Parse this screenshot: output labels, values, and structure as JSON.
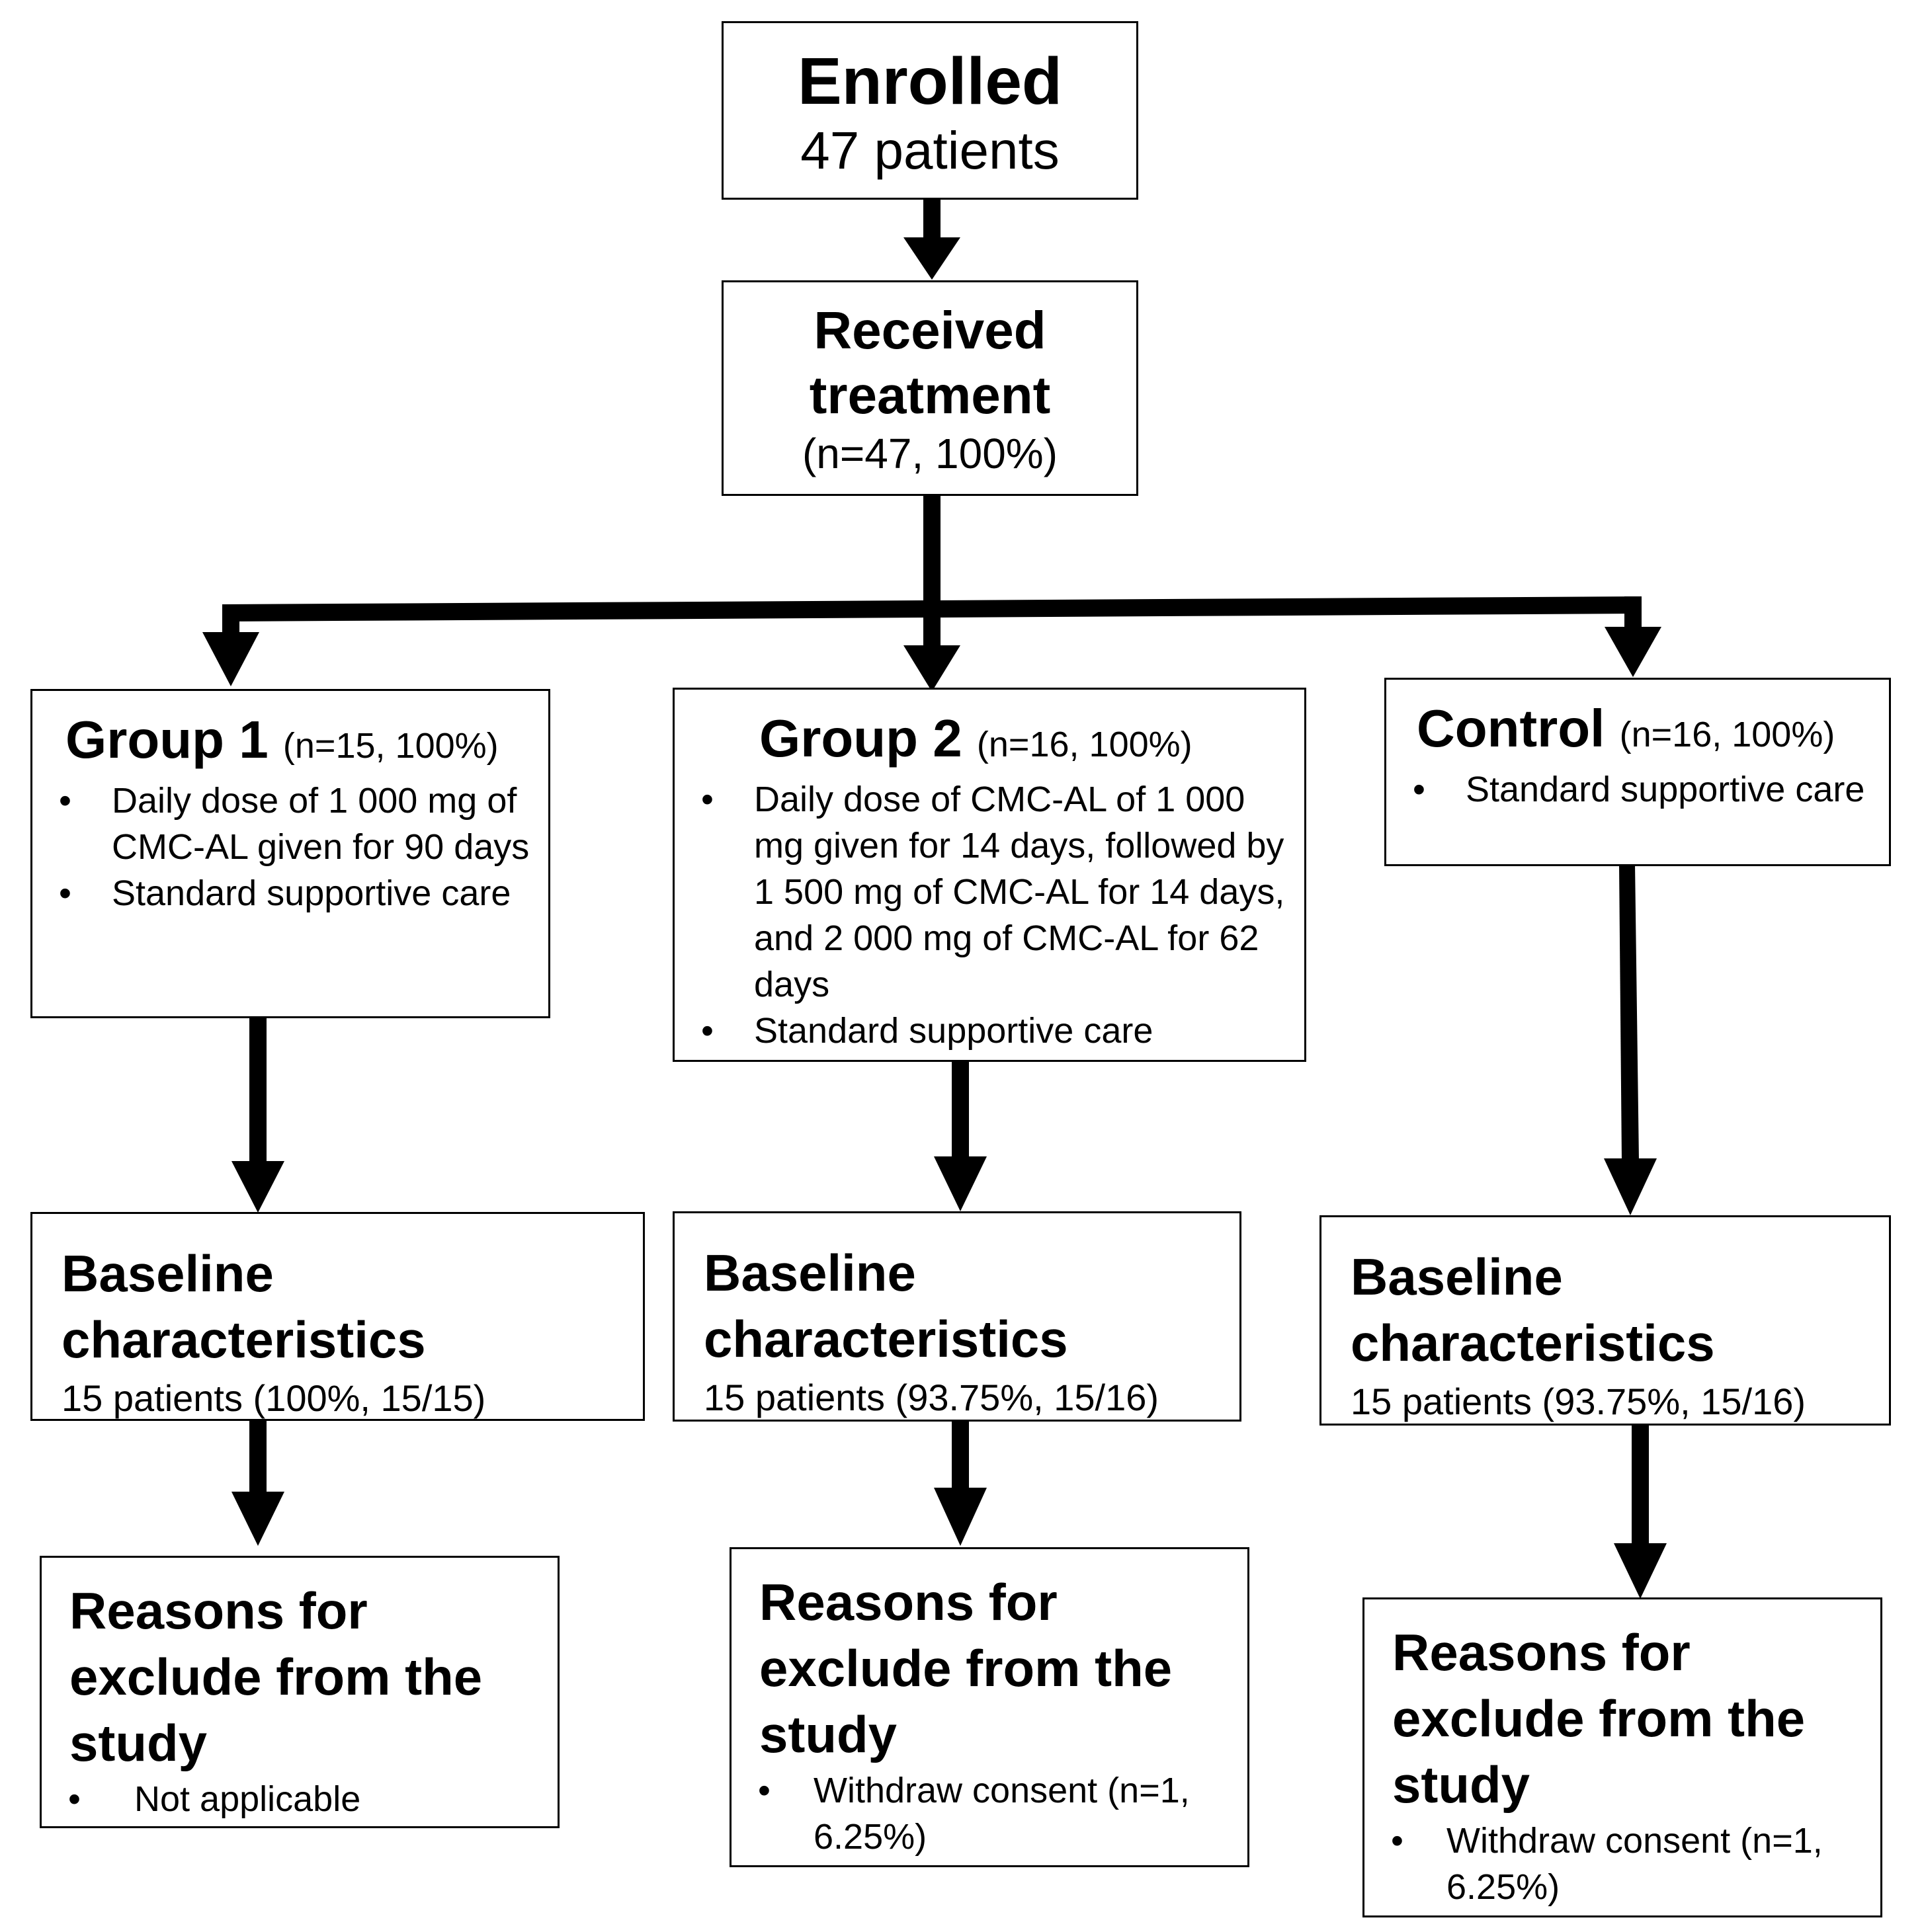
{
  "enrolled": {
    "title": "Enrolled",
    "count": "47 patients"
  },
  "received": {
    "title_line1": "Received",
    "title_line2": "treatment",
    "count": "(n=47, 100%)"
  },
  "group1": {
    "title": "Group 1",
    "n": "(n=15, 100%)",
    "items": [
      "Daily dose of 1 000 mg of CMC-AL given for 90 days",
      "Standard supportive care"
    ]
  },
  "group2": {
    "title": "Group 2",
    "n": "(n=16, 100%)",
    "items": [
      "Daily dose of CMC-AL of 1 000 mg given for 14 days, followed by 1 500 mg of CMC-AL for 14 days, and 2 000 mg of CMC-AL for 62 days",
      "Standard supportive care"
    ]
  },
  "control": {
    "title": "Control",
    "n": "(n=16, 100%)",
    "items": [
      "Standard supportive care"
    ]
  },
  "baseline": {
    "title_line1": "Baseline",
    "title_line2": "characteristics",
    "group1": "15 patients (100%, 15/15)",
    "group2": "15 patients (93.75%, 15/16)",
    "control": "15 patients (93.75%, 15/16)"
  },
  "reasons": {
    "title_line1": "Reasons for",
    "title_line2": "exclude from the",
    "title_line3": "study",
    "group1": "Not applicable",
    "group2": "Withdraw consent (n=1, 6.25%)",
    "control": "Withdraw consent (n=1, 6.25%)"
  }
}
